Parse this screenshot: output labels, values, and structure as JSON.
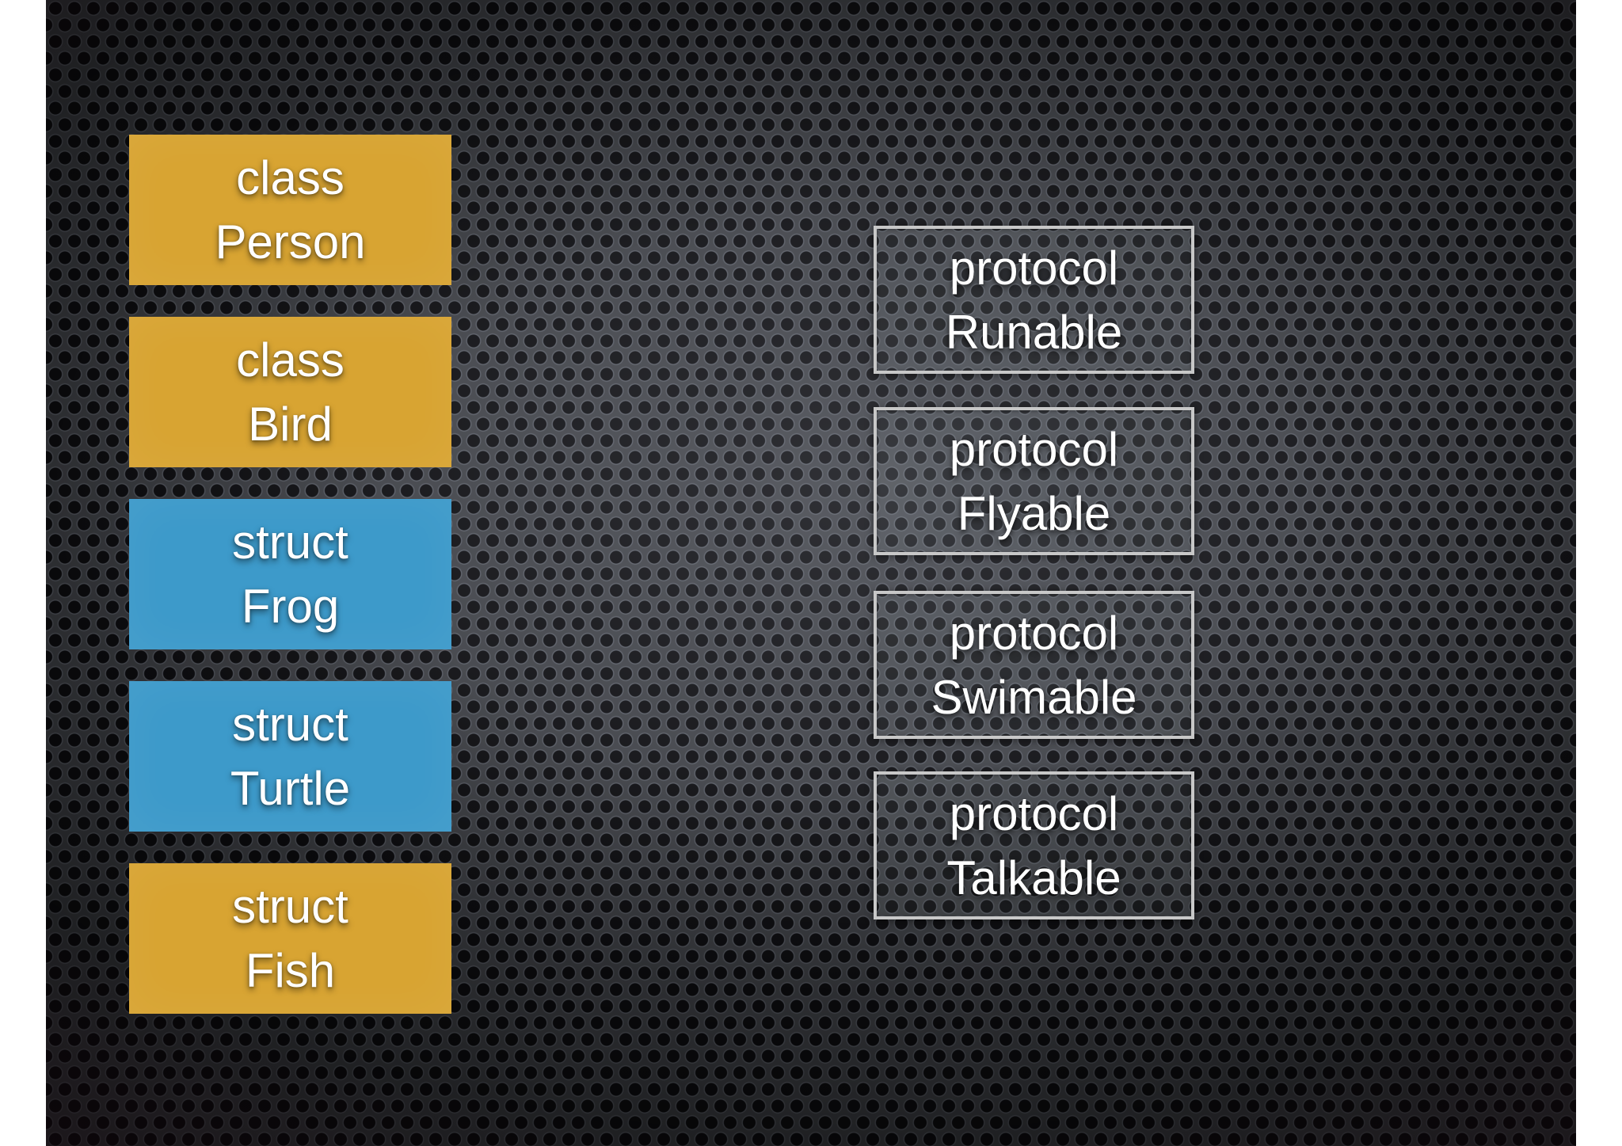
{
  "slide": {
    "background": {
      "texture": "perforated-metal",
      "base_color": "#3F4146",
      "hole_color": "#0D0D10",
      "page_margin_color": "#FFFFFF"
    },
    "type_boxes": [
      {
        "keyword": "class",
        "name": "Person",
        "fill": "#D8A432",
        "text_color": "#FFFFFF"
      },
      {
        "keyword": "class",
        "name": "Bird",
        "fill": "#D8A432",
        "text_color": "#FFFFFF"
      },
      {
        "keyword": "struct",
        "name": "Frog",
        "fill": "#3D9ACA",
        "text_color": "#FFFFFF"
      },
      {
        "keyword": "struct",
        "name": "Turtle",
        "fill": "#3D9ACA",
        "text_color": "#FFFFFF"
      },
      {
        "keyword": "struct",
        "name": "Fish",
        "fill": "#D8A432",
        "text_color": "#FFFFFF"
      }
    ],
    "protocol_boxes": [
      {
        "keyword": "protocol",
        "name": "Runable"
      },
      {
        "keyword": "protocol",
        "name": "Flyable"
      },
      {
        "keyword": "protocol",
        "name": "Swimable"
      },
      {
        "keyword": "protocol",
        "name": "Talkable"
      }
    ],
    "protocol_style": {
      "border_color": "#C8C8C8",
      "text_color": "#FFFFFF"
    }
  }
}
